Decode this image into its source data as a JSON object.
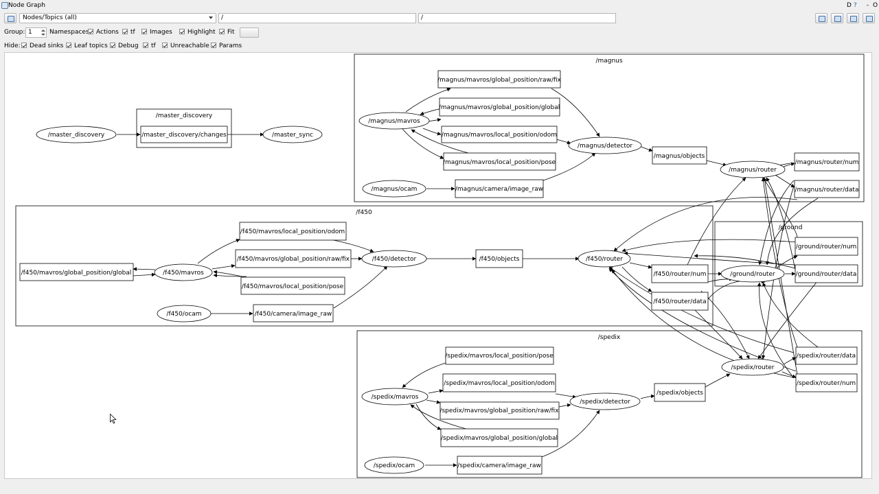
{
  "window": {
    "title": "Node Graph",
    "controls": [
      "D",
      "?",
      "-",
      "O"
    ]
  },
  "toolbar": {
    "mode_select": "Nodes/Topics (all)",
    "filter1": "/",
    "filter2": "/"
  },
  "options": {
    "group_label": "Group:",
    "group_value": "1",
    "namespaces": "Namespaces",
    "actions": "Actions",
    "tf": "tf",
    "images": "Images",
    "highlight": "Highlight",
    "fit": "Fit"
  },
  "hide": {
    "label": "Hide:",
    "dead_sinks": "Dead sinks",
    "leaf_topics": "Leaf topics",
    "debug": "Debug",
    "tf": "tf",
    "unreachable": "Unreachable",
    "params": "Params"
  },
  "graph": {
    "clusters": {
      "master_discovery": "/master_discovery",
      "magnus": "/magnus",
      "f450": "/f450",
      "ground": "/ground",
      "spedix": "/spedix"
    },
    "nodes": {
      "master_discovery": "/master_discovery",
      "master_sync": "/master_sync",
      "magnus_mavros": "/magnus/mavros",
      "magnus_ocam": "/magnus/ocam",
      "magnus_detector": "/magnus/detector",
      "magnus_router": "/magnus/router",
      "f450_mavros": "/f450/mavros",
      "f450_ocam": "/f450/ocam",
      "f450_detector": "/f450/detector",
      "f450_router": "/f450/router",
      "ground_router": "/ground/router",
      "spedix_mavros": "/spedix/mavros",
      "spedix_ocam": "/spedix/ocam",
      "spedix_detector": "/spedix/detector",
      "spedix_router": "/spedix/router"
    },
    "topics": {
      "md_changes": "/master_discovery/changes",
      "m_raw_fix": "/magnus/mavros/global_position/raw/fix",
      "m_global": "/magnus/mavros/global_position/global",
      "m_odom": "/magnus/mavros/local_position/odom",
      "m_pose": "/magnus/mavros/local_position/pose",
      "m_image": "/magnus/camera/image_raw",
      "m_objects": "/magnus/objects",
      "m_r_num": "/magnus/router/num",
      "m_r_data": "/magnus/router/data",
      "f_odom": "/f450/mavros/local_position/odom",
      "f_raw_fix": "/f450/mavros/global_position/raw/fix",
      "f_pose": "/f450/mavros/local_position/pose",
      "f_global": "/f450/mavros/global_position/global",
      "f_image": "/f450/camera/image_raw",
      "f_objects": "/f450/objects",
      "f_r_num": "/f450/router/num",
      "f_r_data": "/f450/router/data",
      "g_r_num": "/ground/router/num",
      "g_r_data": "/ground/router/data",
      "s_pose": "/spedix/mavros/local_position/pose",
      "s_odom": "/spedix/mavros/local_position/odom",
      "s_raw_fix": "/spedix/mavros/global_position/raw/fix",
      "s_global": "/spedix/mavros/global_position/global",
      "s_image": "/spedix/camera/image_raw",
      "s_objects": "/spedix/objects",
      "s_r_data": "/spedix/router/data",
      "s_r_num": "/spedix/router/num"
    }
  }
}
